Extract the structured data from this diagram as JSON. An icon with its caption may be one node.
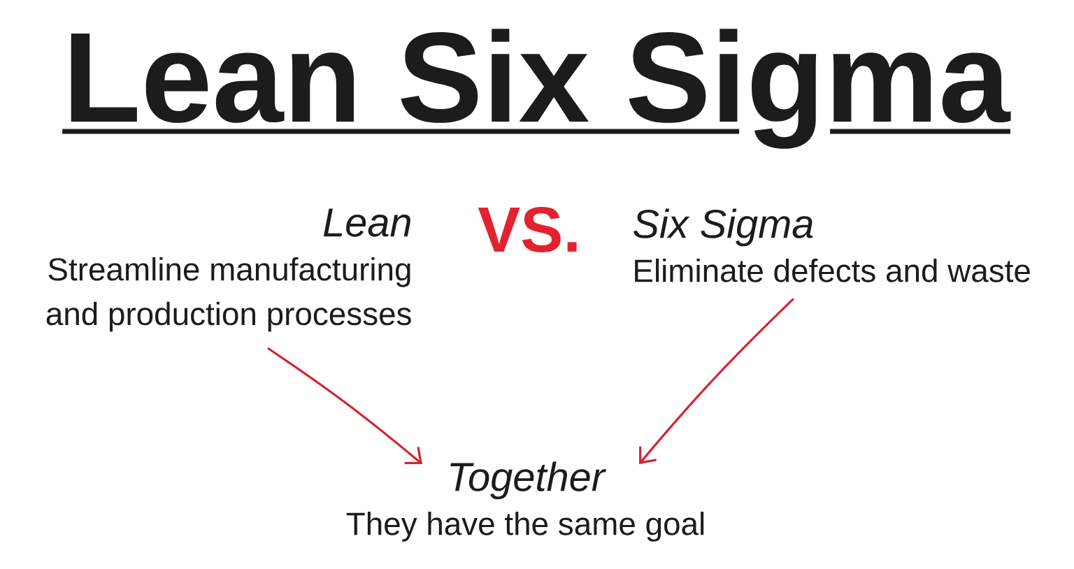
{
  "diagram": {
    "title": "Lean Six Sigma",
    "nodes": [
      {
        "text": [
          "Lean",
          "Streamline manufacturing and production processes"
        ]
      },
      {
        "text": [
          "Six Sigma",
          "Eliminate defects and waste"
        ]
      },
      {
        "text": [
          "Together",
          "They have the same goal"
        ]
      }
    ],
    "edges": [
      {
        "from": 0,
        "to": 2,
        "arrow": "to"
      },
      {
        "from": 1,
        "to": 2,
        "arrow": "to"
      }
    ],
    "labels": [
      "VS."
    ]
  }
}
